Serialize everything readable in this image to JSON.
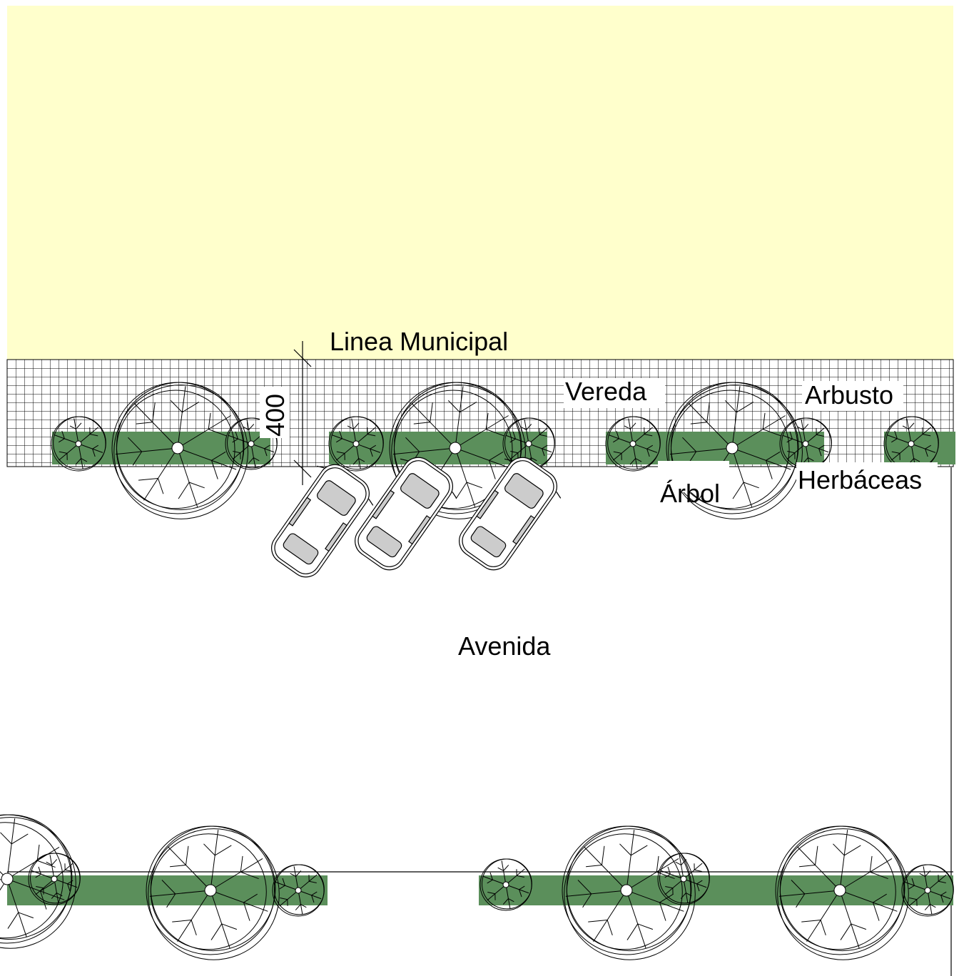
{
  "labels": {
    "linea_municipal": "Linea Municipal",
    "vereda": "Vereda",
    "arbusto": "Arbusto",
    "arbol": "Árbol",
    "herbaceas": "Herbáceas",
    "avenida": "Avenida",
    "dimension": "400"
  },
  "colors": {
    "lot": "#ffffcc",
    "planter": "#5b8f5b",
    "car_glass": "#cccccc",
    "line": "#000000"
  },
  "legend_items": [
    "Árbol",
    "Arbusto",
    "Herbáceas"
  ]
}
